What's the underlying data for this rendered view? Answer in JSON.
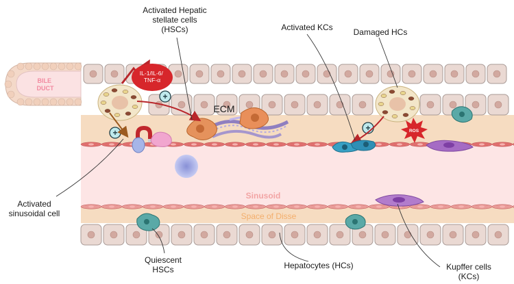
{
  "labels": {
    "hsc_activated": "Activated Hepatic\nstellate cells\n(HSCs)",
    "kc_activated": "Activated KCs",
    "hc_damaged": "Damaged HCs",
    "sinusoidal_activated": "Activated\nsinusoidal cell",
    "hsc_quiescent": "Quiescent\nHSCs",
    "hepatocytes": "Hepatocytes (HCs)",
    "kupffer": "Kupffer cells\n(KCs)",
    "ecm": "ECM",
    "bile_duct": "BILE\nDUCT",
    "sinusoid": "Sinusoid",
    "space_of_disse": "Space of Disse",
    "cytokines": "IL-1/IL-6/\nTNF-α",
    "ros": "ROS",
    "plus": "+"
  },
  "colors": {
    "hepatocyte_fill": "#ead9d3",
    "hepatocyte_stroke": "#a89a96",
    "nucleus": "#d2a9a0",
    "space_of_disse": "#f5dcc0",
    "sinusoid": "#fde3e3",
    "endothelium": "#e0706f",
    "red_accent": "#d7262b",
    "teal": "#2a7f89",
    "purple": "#a569bd",
    "orange_hsc": "#e08a55",
    "bile_pink": "#f7cfd0"
  }
}
